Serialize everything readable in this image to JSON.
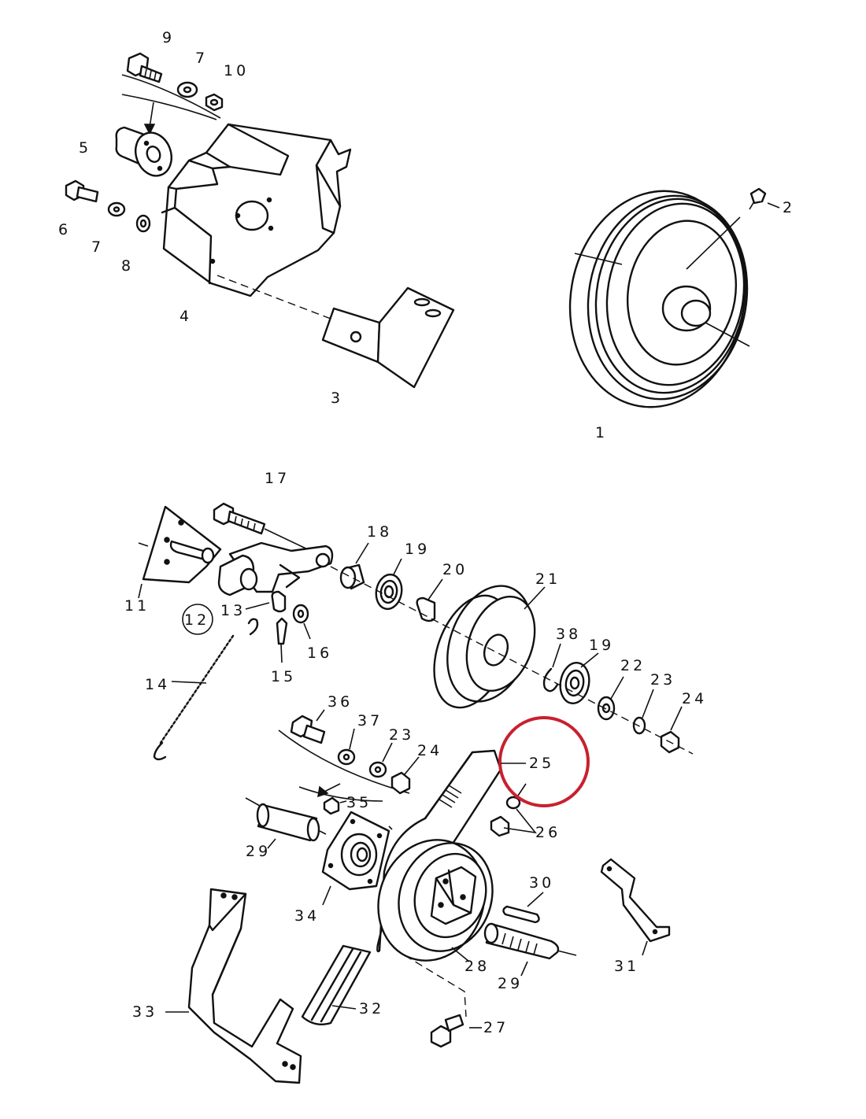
{
  "highlight": {
    "target_label": "25",
    "color": "#c8202f"
  },
  "labels": {
    "p1": "1",
    "p2": "2",
    "p3": "3",
    "p4": "4",
    "p5": "5",
    "p6": "6",
    "p7a": "7",
    "p7b": "7",
    "p8": "8",
    "p9": "9",
    "p10": "10",
    "p11": "11",
    "p12": "12",
    "p13": "13",
    "p14": "14",
    "p15": "15",
    "p16": "16",
    "p17": "17",
    "p18": "18",
    "p19a": "19",
    "p19b": "19",
    "p20": "20",
    "p21": "21",
    "p22": "22",
    "p23a": "23",
    "p23b": "23",
    "p24a": "24",
    "p24b": "24",
    "p25": "25",
    "p26": "26",
    "p27": "27",
    "p28": "28",
    "p29a": "29",
    "p29b": "29",
    "p30": "30",
    "p31": "31",
    "p32": "32",
    "p33": "33",
    "p34": "34",
    "p35": "35",
    "p36": "36",
    "p37": "37",
    "p38": "38"
  }
}
